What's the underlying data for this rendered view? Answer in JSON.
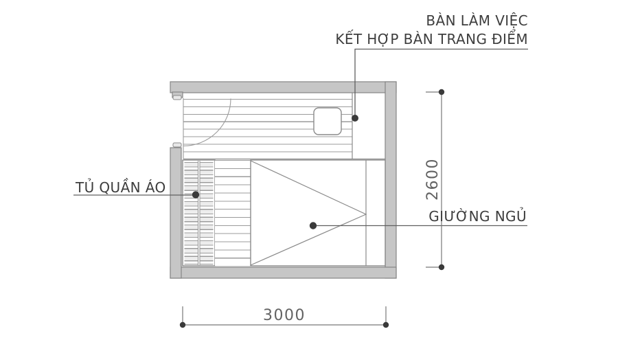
{
  "labels": {
    "desk_line1": "BÀN LÀM VIỆC",
    "desk_line2": "KẾT HỢP BÀN TRANG ĐIỂM",
    "wardrobe": "TỦ QUẦN ÁO",
    "bed": "GIƯỜNG NGỦ"
  },
  "dimensions": {
    "width": "3000",
    "height": "2600"
  },
  "colors": {
    "background": "#ffffff",
    "wall_fill": "#c6c6c6",
    "wall_stroke": "#858585",
    "line": "#9b9b9b",
    "outline": "#8a8a8a",
    "leader": "#5f5f5f",
    "dim_line": "#777777",
    "dot": "#3a3a3a",
    "label_text": "#3d3d3d",
    "dim_text": "#636363",
    "rung_fill": "#ededed"
  }
}
